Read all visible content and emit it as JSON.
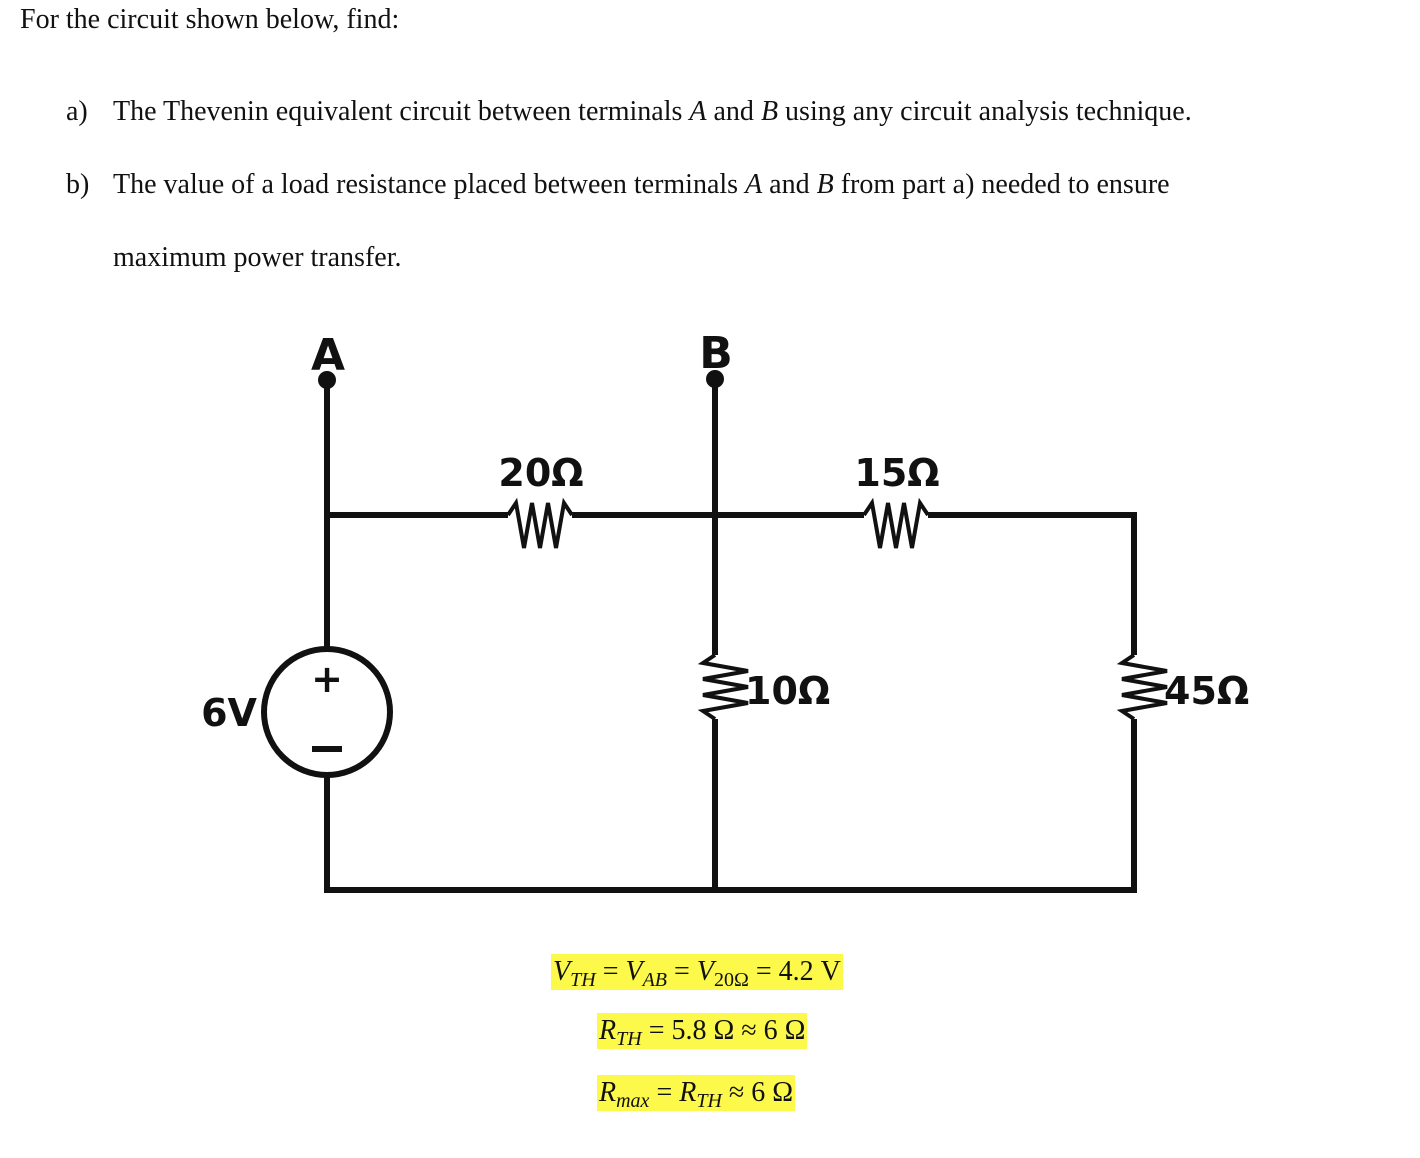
{
  "problem": {
    "intro": "For the circuit shown below, find:",
    "part_a": {
      "label": "a)",
      "text_1": "The Thevenin equivalent circuit between terminals ",
      "term_a": "A",
      "text_2": " and ",
      "term_b": "B",
      "text_3": " using any circuit analysis technique."
    },
    "part_b": {
      "label": "b)",
      "text_1": "The value of a load resistance placed between terminals ",
      "term_a": "A",
      "text_2": " and ",
      "term_b": "B",
      "text_3": " from part a) needed to ensure",
      "line_2": "maximum power transfer."
    }
  },
  "circuit": {
    "terminal_a": "A",
    "terminal_b": "B",
    "source_label": "6V",
    "source_plus": "+",
    "r1_label": "20Ω",
    "r2_label": "15Ω",
    "r3_label": "10Ω",
    "r4_label": "45Ω"
  },
  "answers": {
    "vth": {
      "v1": "V",
      "s1": "TH",
      "eq1": " = ",
      "v2": "V",
      "s2": "AB",
      "eq2": " = ",
      "v3": "V",
      "s3": "20Ω",
      "rest": " = 4.2 V"
    },
    "rth": {
      "v1": "R",
      "s1": "TH",
      "rest": " = 5.8 Ω ≈ 6 Ω"
    },
    "rmax": {
      "v1": "R",
      "s1": "max",
      "eq1": " = ",
      "v2": "R",
      "s2": "TH",
      "rest": " ≈ 6 Ω"
    },
    "highlight_color": "#fdf94a"
  }
}
